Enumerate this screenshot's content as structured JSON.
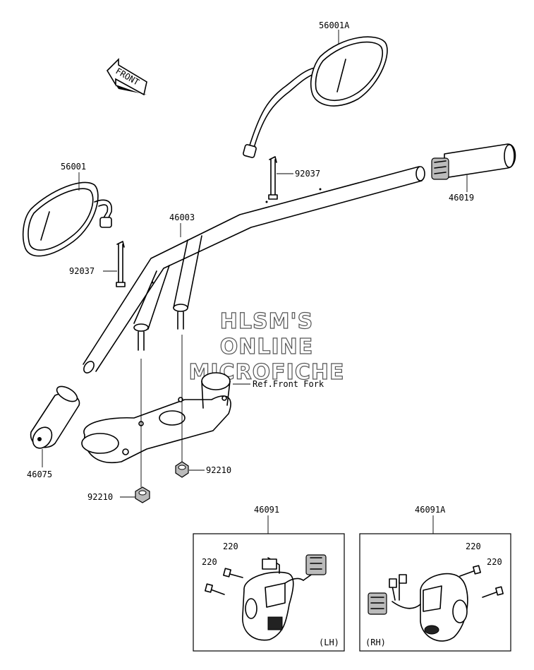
{
  "front_label": "FRONT",
  "watermark": [
    "HLSM'S",
    "ONLINE",
    "MICROFICHE"
  ],
  "reference_note": "Ref.Front Fork",
  "parts": {
    "mirror_right": "56001A",
    "mirror_left": "56001",
    "handlebar": "46003",
    "grip_right": "46019",
    "grip_left": "46075",
    "clamp_left": "92037",
    "clamp_right": "92037",
    "nut_right": "92210",
    "nut_left": "92210",
    "switch_lh": "46091",
    "switch_rh": "46091A",
    "screw_lh_a": "220",
    "screw_lh_b": "220",
    "screw_rh_a": "220",
    "screw_rh_b": "220"
  },
  "box_tags": {
    "lh": "(LH)",
    "rh": "(RH)"
  }
}
